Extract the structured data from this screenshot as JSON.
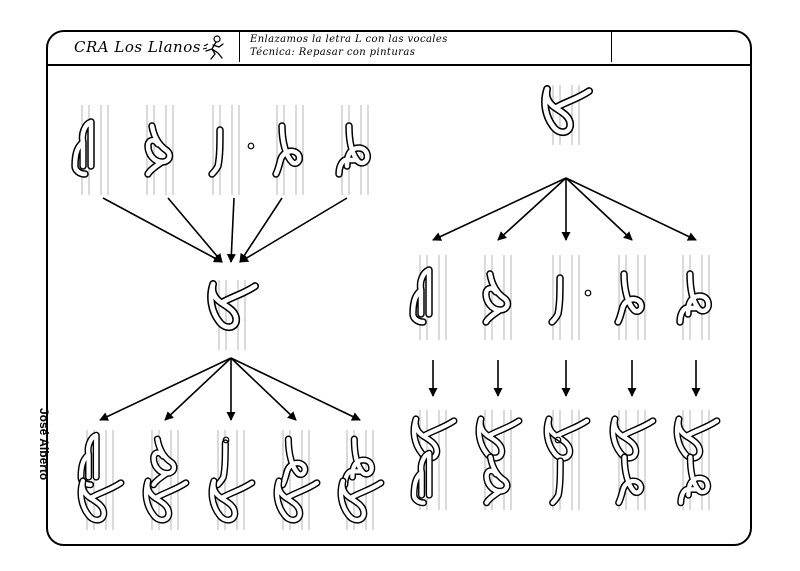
{
  "header": {
    "school": "CRA Los Llanos",
    "line1": "Enlazamos la letra L con las vocales",
    "line2": "Técnica: Repasar con pinturas"
  },
  "author": "José Alberto",
  "letters": {
    "l": "l",
    "vowels": [
      "u",
      "o",
      "i",
      "e",
      "a"
    ],
    "left_combos": [
      "ul",
      "ol",
      "il",
      "el",
      "al"
    ],
    "right_combos": [
      "lu",
      "lo",
      "li",
      "le",
      "la"
    ]
  },
  "icons": {
    "mascot": "running-figure-icon",
    "arrow": "arrow-icon"
  },
  "colors": {
    "ink": "#000000",
    "guide": "#b4b4b4",
    "background": "#ffffff"
  }
}
